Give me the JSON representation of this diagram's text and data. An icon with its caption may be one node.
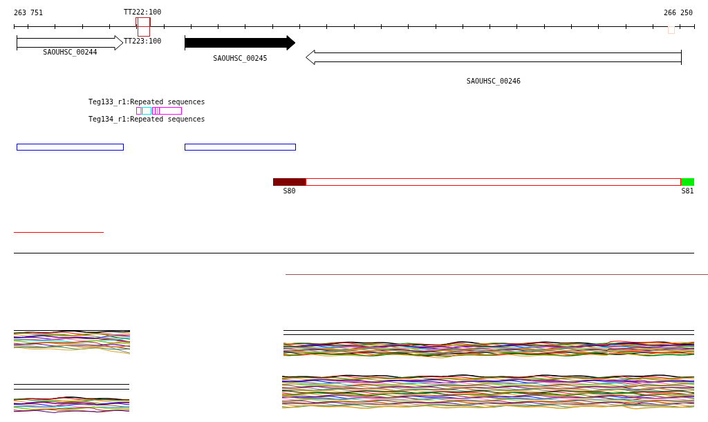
{
  "diagram": {
    "nodes": [
      {
        "text": [
          "SAOUHSC_00244"
        ]
      },
      {
        "text": [
          "SAOUHSC_00245"
        ]
      },
      {
        "text": [
          "SAOUHSC_00246"
        ]
      },
      {
        "text": [],
        "shape": "box"
      },
      {
        "text": [],
        "shape": "box"
      },
      {
        "text": [
          "S80"
        ]
      },
      {
        "text": [
          "S81"
        ]
      }
    ],
    "labels": [
      "263 751",
      "266 250",
      "TT222:100",
      "TT223:100",
      "Teg133_r1:Repeated sequences",
      "Teg134_r1:Repeated sequences"
    ]
  }
}
